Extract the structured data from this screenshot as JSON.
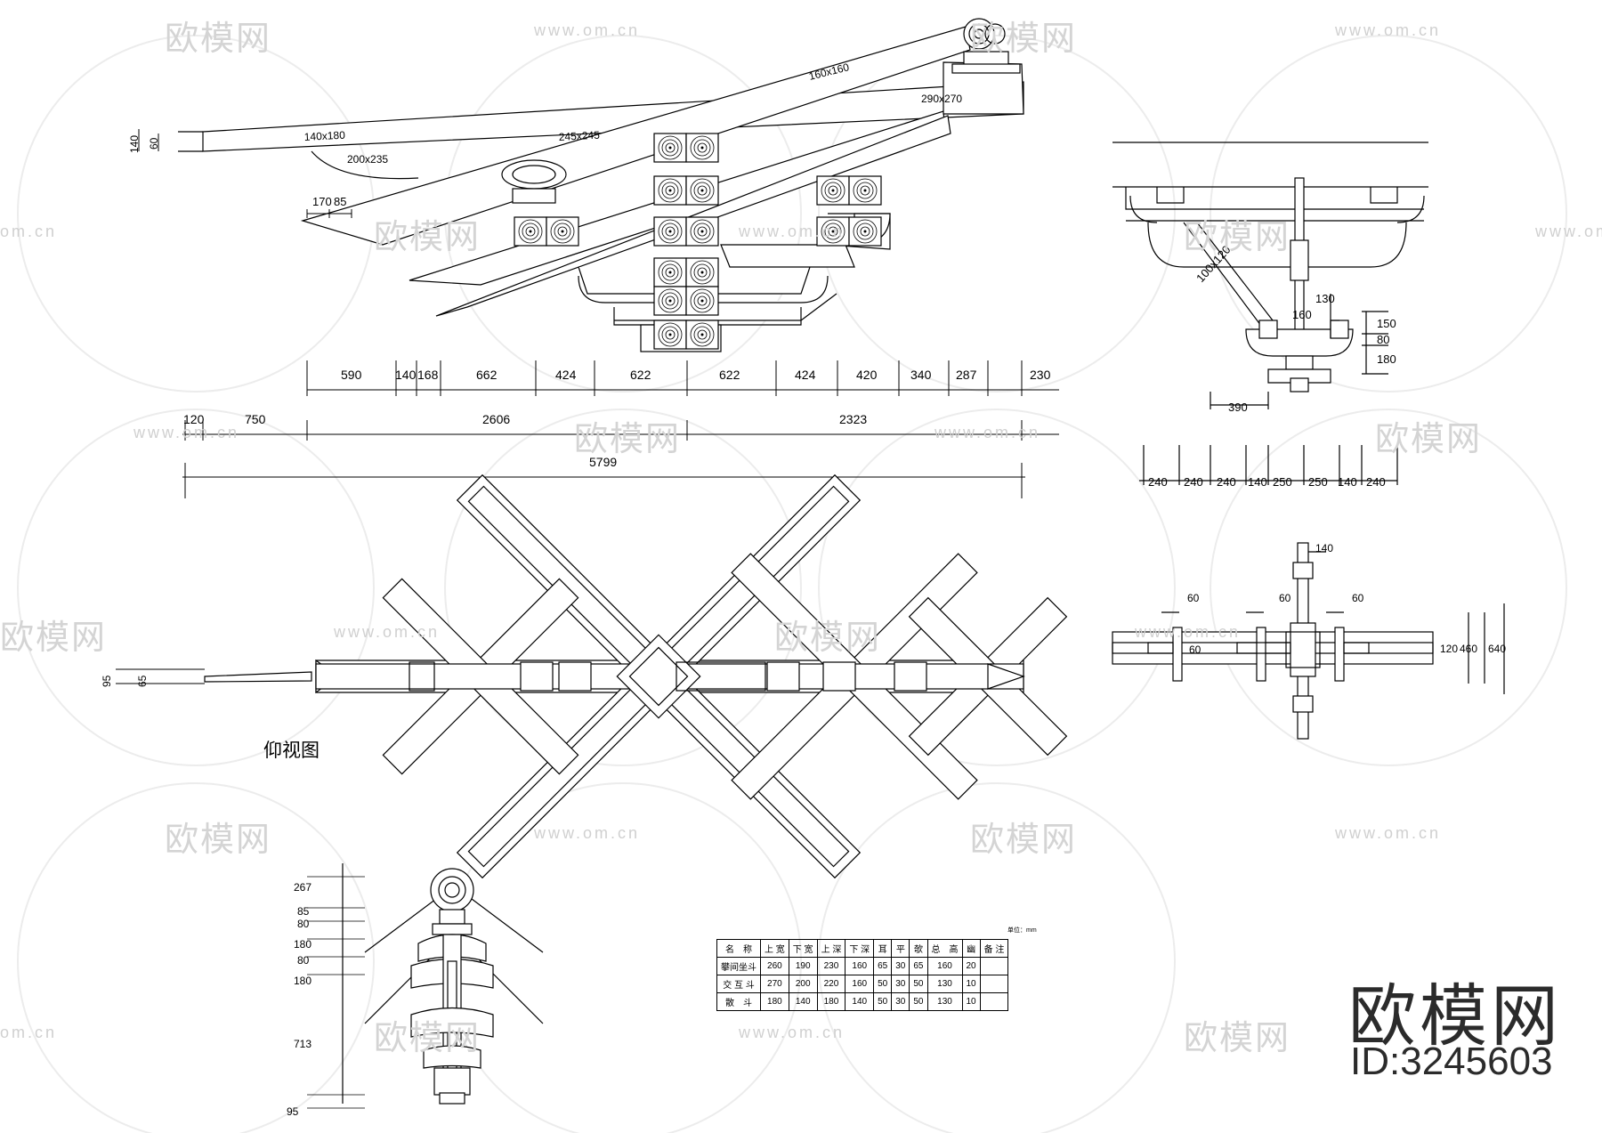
{
  "watermark": {
    "brand": "欧模网",
    "url": "www.om.cn",
    "url_short": "om.cn"
  },
  "brand": {
    "name": "欧模网",
    "id": "ID:3245603"
  },
  "view_label": "仰视图",
  "elevation": {
    "members": [
      "160x160",
      "290x270",
      "140x180",
      "245x245",
      "200x235"
    ],
    "end_dims": [
      "140",
      "60"
    ],
    "small_dims": [
      "170",
      "85"
    ],
    "top_row": [
      "590",
      "140",
      "168",
      "662",
      "424",
      "622",
      "622",
      "424",
      "420",
      "340",
      "287",
      "230"
    ],
    "mid_row": [
      "120",
      "750",
      "2606",
      "2323"
    ],
    "total": "5799"
  },
  "side_view": {
    "strut": "100x120",
    "vdims": [
      "130",
      "160"
    ],
    "right_dims": [
      "150",
      "80",
      "180"
    ],
    "base": "390",
    "bottom_row": [
      "240",
      "240",
      "240",
      "140",
      "250",
      "250",
      "140",
      "240"
    ]
  },
  "plan": {
    "end_dims": [
      "95",
      "65"
    ]
  },
  "plan_detail": {
    "top": "140",
    "dims60": [
      "60",
      "60",
      "60",
      "60"
    ],
    "right": [
      "120",
      "460",
      "640"
    ]
  },
  "front_view": {
    "dims": [
      "267",
      "85",
      "80",
      "180",
      "80",
      "180",
      "713",
      "95"
    ]
  },
  "table": {
    "unit": "单位：mm",
    "headers": [
      "名　称",
      "上 宽",
      "下 宽",
      "上 深",
      "下 深",
      "耳",
      "平",
      "欹",
      "总　高",
      "幽",
      "备 注"
    ],
    "rows": [
      [
        "攀间坐斗",
        "260",
        "190",
        "230",
        "160",
        "65",
        "30",
        "65",
        "160",
        "20",
        ""
      ],
      [
        "交 互 斗",
        "270",
        "200",
        "220",
        "160",
        "50",
        "30",
        "50",
        "130",
        "10",
        ""
      ],
      [
        "散　斗",
        "180",
        "140",
        "180",
        "140",
        "50",
        "30",
        "50",
        "130",
        "10",
        ""
      ]
    ]
  }
}
